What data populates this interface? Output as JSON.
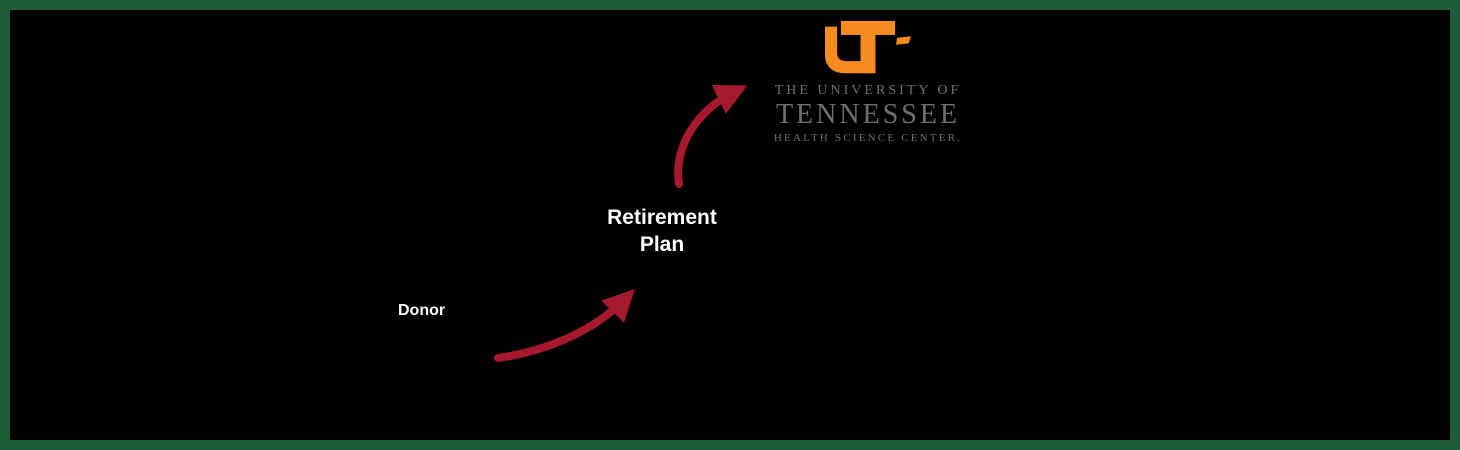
{
  "colors": {
    "frame_green": "#1e5c38",
    "canvas_black": "#000000",
    "arrow_red": "#a6192e",
    "label_white": "#ffffff",
    "logo_orange": "#f78b1f",
    "logo_gray": "#6d6f72"
  },
  "logo": {
    "monogram_icon": "ut-monogram",
    "line1": "THE UNIVERSITY OF",
    "line2": "TENNESSEE",
    "line3": "HEALTH SCIENCE CENTER."
  },
  "diagram": {
    "donor_label": "Donor",
    "retirement_line1": "Retirement",
    "retirement_line2": "Plan",
    "edges": [
      {
        "from": "Donor",
        "to": "Retirement Plan"
      },
      {
        "from": "Retirement Plan",
        "to": "The University of Tennessee Health Science Center"
      }
    ]
  }
}
